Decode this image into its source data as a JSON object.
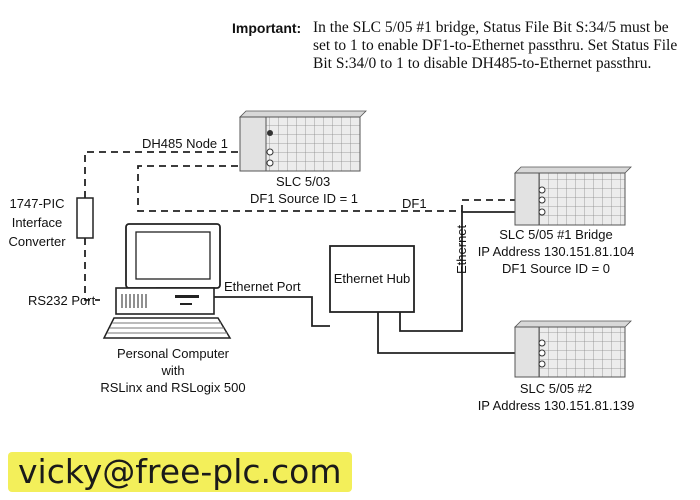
{
  "important": {
    "label": "Important:",
    "text": "In the SLC 5/05 #1 bridge, Status File Bit S:34/5 must be set to 1 to enable DF1-to-Ethernet passthru. Set Status File Bit S:34/0 to 1 to disable DH485-to-Ethernet passthru."
  },
  "labels": {
    "dh485_node": "DH485 Node 1",
    "slc503_name": "SLC 5/03",
    "slc503_source": "DF1 Source ID = 1",
    "df1": "DF1",
    "pic_line1": "1747-PIC",
    "pic_line2": "Interface",
    "pic_line3": "Converter",
    "rs232": "RS232 Port",
    "ethernet_port": "Ethernet Port",
    "hub": "Ethernet Hub",
    "ethernet_vertical": "Ethernet",
    "bridge_name": "SLC 5/05 #1 Bridge",
    "bridge_ip": "IP Address 130.151.81.104",
    "bridge_source": "DF1 Source ID = 0",
    "slc2_name": "SLC 5/05 #2",
    "slc2_ip": "IP Address 130.151.81.139",
    "pc_line1": "Personal Computer",
    "pc_line2": "with",
    "pc_line3": "RSLinx and RSLogix 500"
  },
  "watermark": "vicky@free-plc.com"
}
